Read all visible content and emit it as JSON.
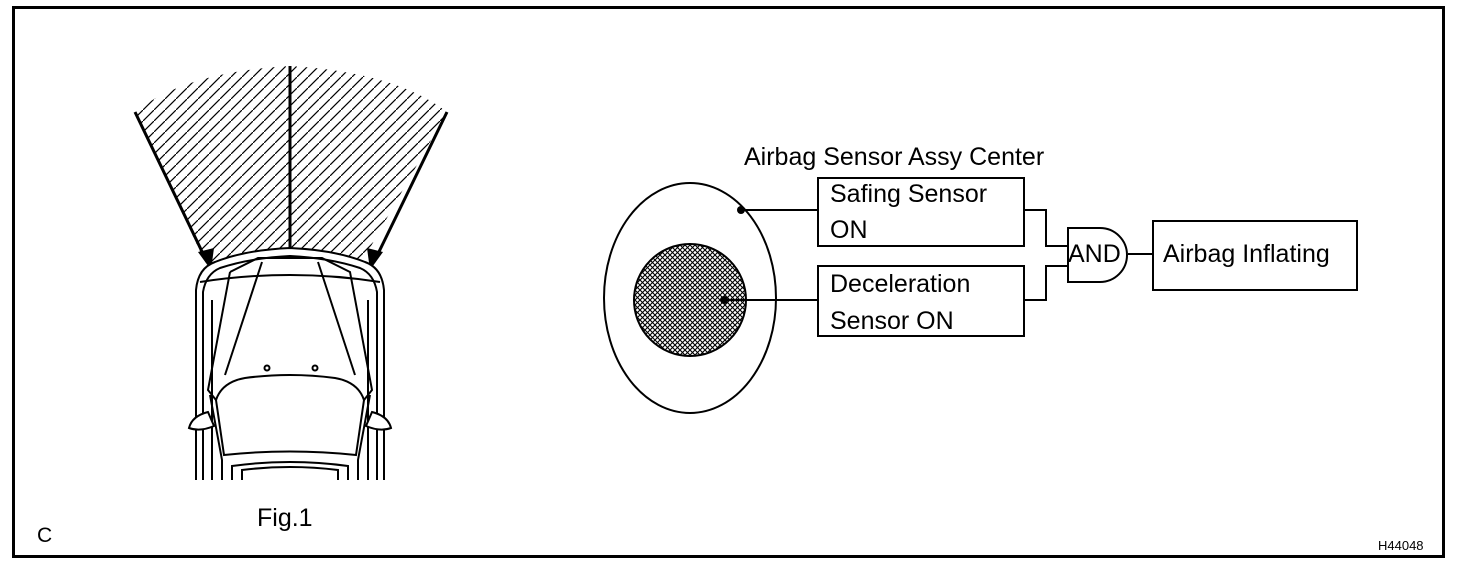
{
  "figure": {
    "panel_label": "C",
    "caption": "Fig.1",
    "code": "H44048"
  },
  "diagram": {
    "assembly_label": "Airbag Sensor Assy Center",
    "safing_sensor": {
      "line1": "Safing Sensor",
      "line2": "ON"
    },
    "deceleration_sensor": {
      "line1": "Deceleration",
      "line2": "Sensor ON"
    },
    "gate_label": "AND",
    "output_label": "Airbag Inflating"
  }
}
